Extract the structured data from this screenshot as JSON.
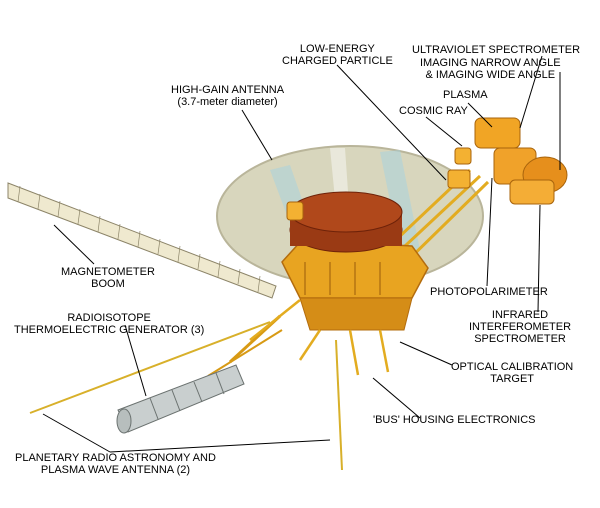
{
  "labels": {
    "low_energy": [
      "LOW-ENERGY",
      "CHARGED PARTICLE"
    ],
    "uv_spectrometer": [
      "ULTRAVIOLET SPECTROMETER"
    ],
    "imaging": [
      "IMAGING NARROW ANGLE",
      "& IMAGING WIDE ANGLE"
    ],
    "plasma": [
      "PLASMA"
    ],
    "cosmic_ray": [
      "COSMIC RAY"
    ],
    "high_gain_antenna": [
      "HIGH-GAIN ANTENNA",
      "(3.7-meter diameter)"
    ],
    "magnetometer_boom": [
      "MAGNETOMETER",
      "BOOM"
    ],
    "rtg": [
      "RADIOISOTOPE",
      "THERMOELECTRIC GENERATOR (3)"
    ],
    "photopolarimeter": [
      "PHOTOPOLARIMETER"
    ],
    "infrared": [
      "INFRARED",
      "INTERFEROMETER",
      "SPECTROMETER"
    ],
    "optical_calibration": [
      "OPTICAL CALIBRATION",
      "TARGET"
    ],
    "bus_housing": [
      "'BUS' HOUSING ELECTRONICS"
    ],
    "planetary_radio": [
      "PLANETARY RADIO ASTRONOMY AND",
      "PLASMA WAVE ANTENNA (2)"
    ]
  },
  "colors": {
    "dish": "#d8d6bd",
    "dish_rim": "#b9b59a",
    "dish_highlight": "#a9d3df",
    "bus": "#e8a421",
    "bus_dark": "#b36c0e",
    "hub": "#9a3a14",
    "hub_dark": "#6e2209",
    "truss": "#efbb2a",
    "instrument": "#f1a525",
    "rtg": "#c9cfcf",
    "leader": "#000000"
  }
}
